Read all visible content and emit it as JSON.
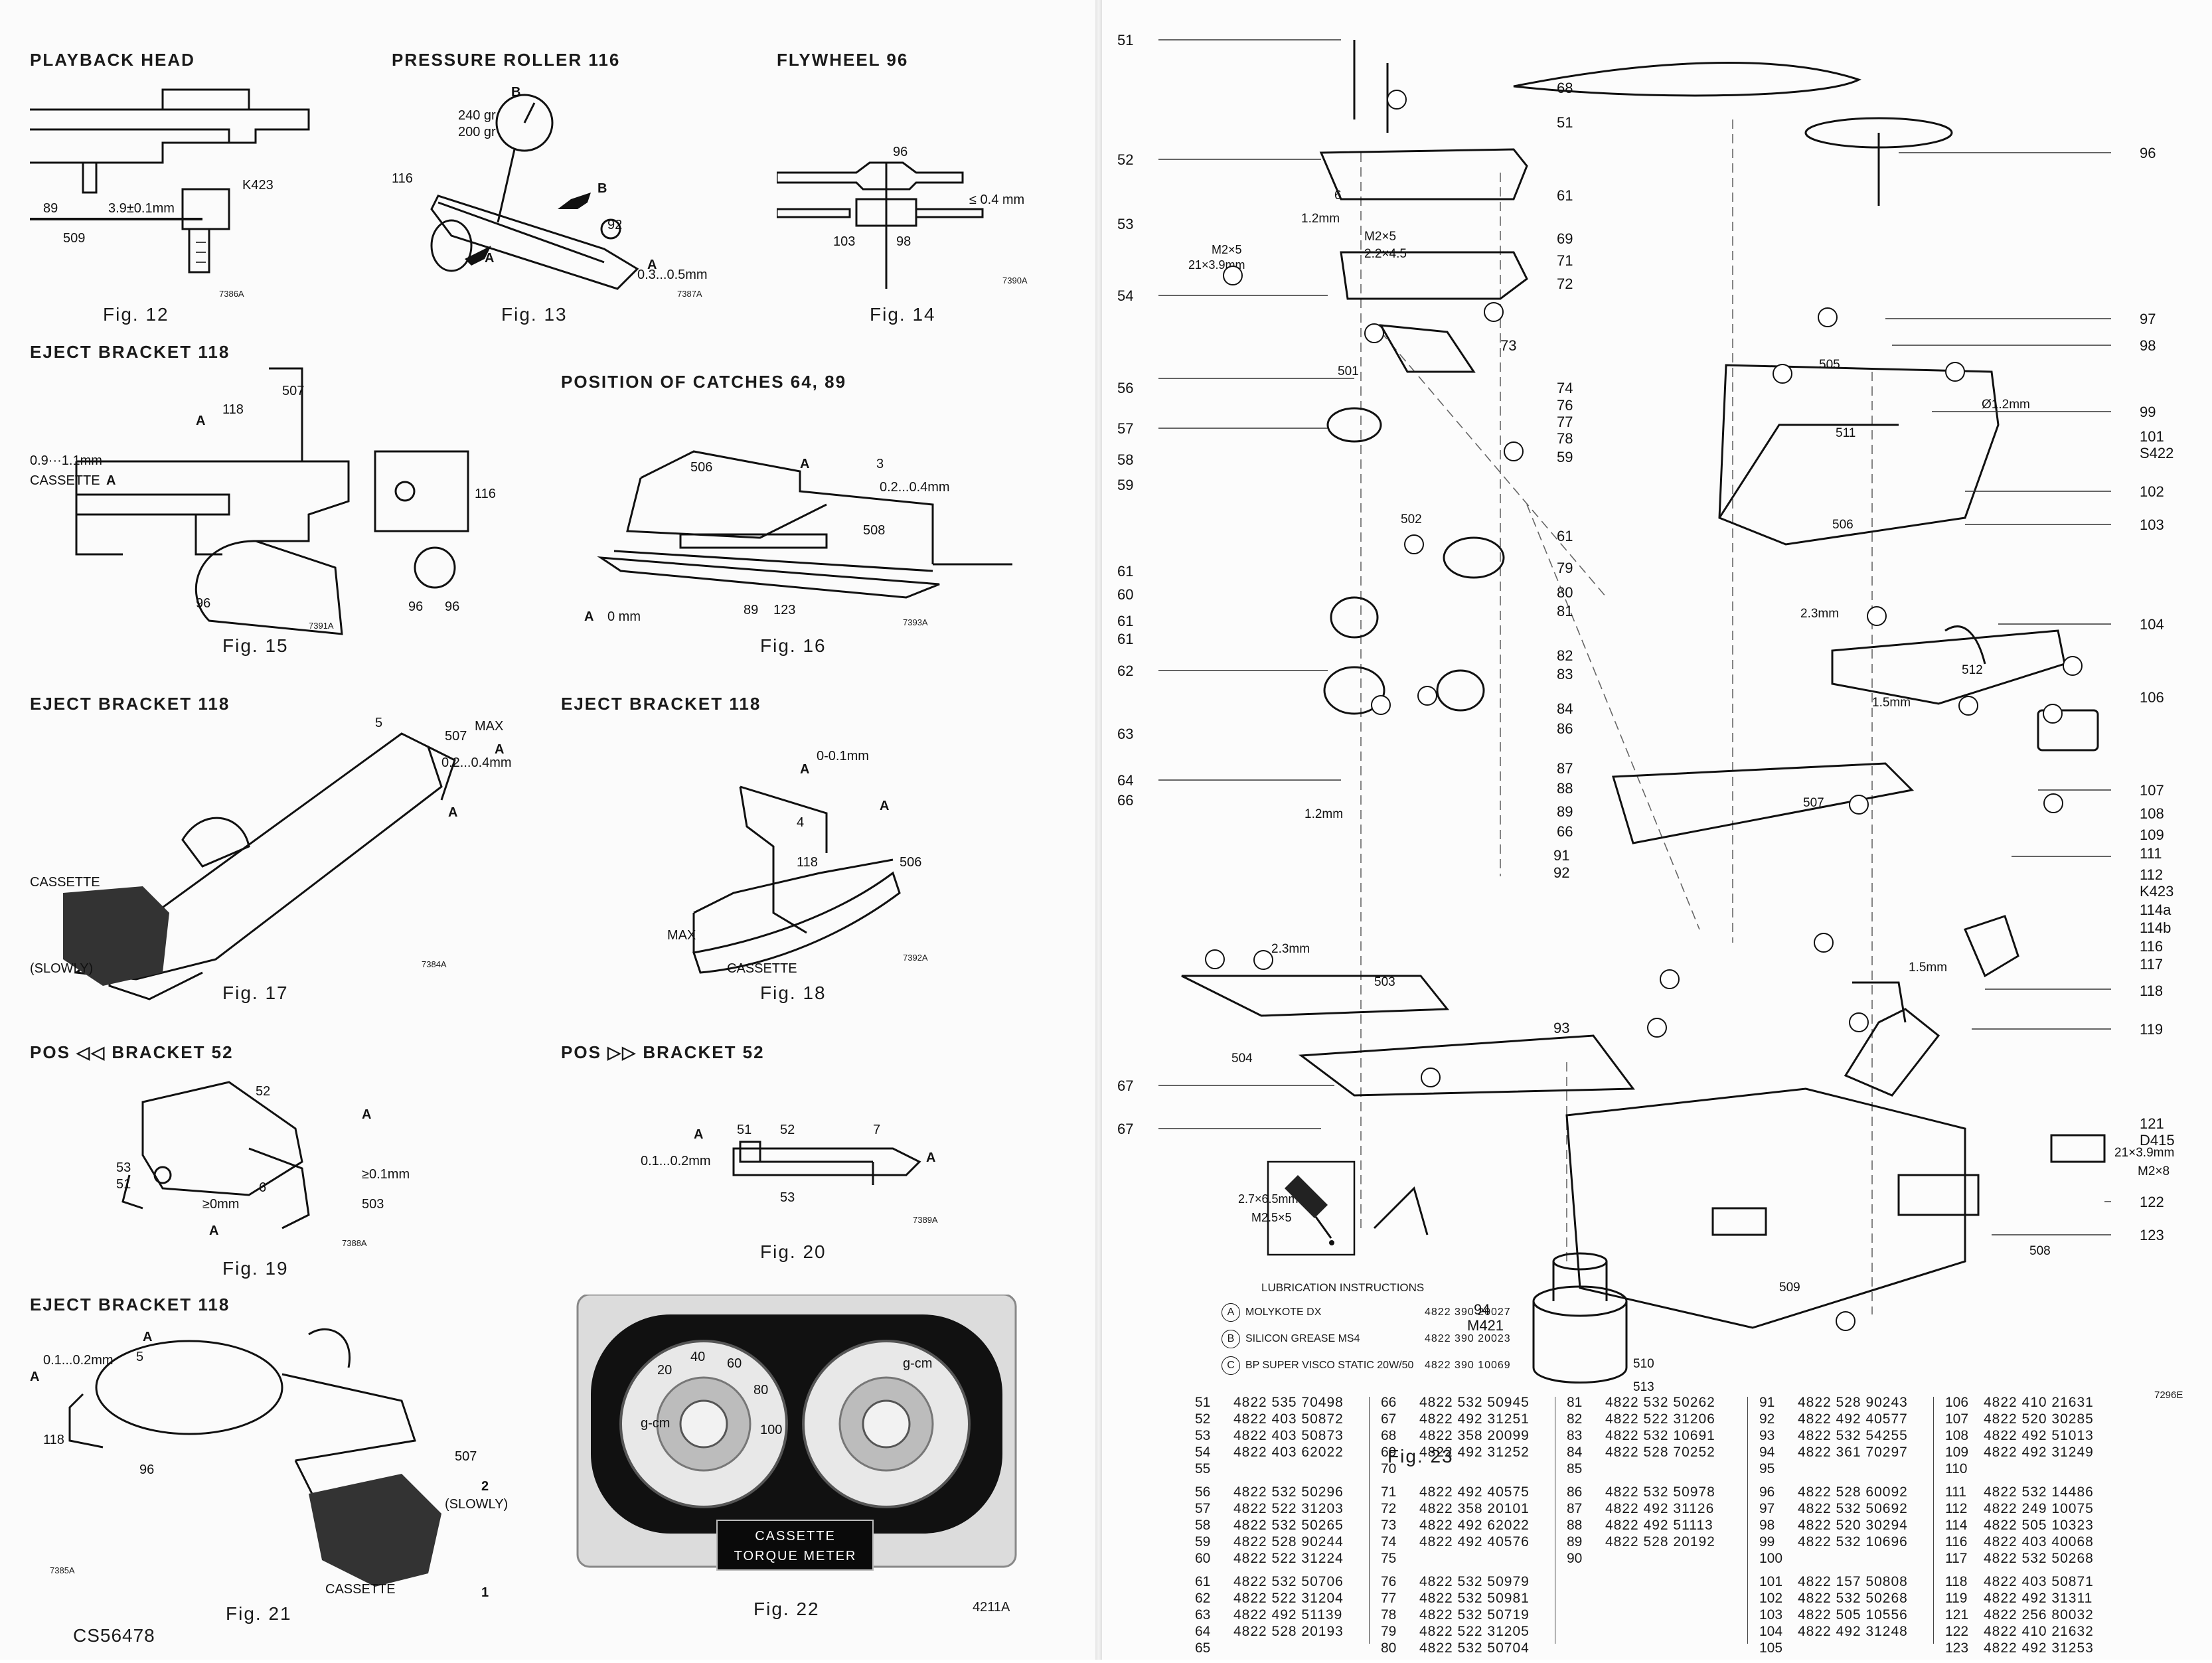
{
  "document": {
    "code": "CS56478"
  },
  "figures": [
    {
      "heading": "PLAYBACK HEAD",
      "label": "Fig. 12",
      "ref": "7386A",
      "callouts": [
        "89",
        "3.9±0.1mm",
        "509",
        "K423"
      ]
    },
    {
      "heading": "PRESSURE ROLLER 116",
      "label": "Fig. 13",
      "ref": "7387A",
      "callouts": [
        "B",
        "240 gr",
        "200 gr",
        "116",
        "B",
        "A",
        "92",
        "A",
        "0.3...0.5mm"
      ]
    },
    {
      "heading": "FLYWHEEL 96",
      "label": "Fig. 14",
      "ref": "7390A",
      "callouts": [
        "96",
        "≤ 0.4 mm",
        "103",
        "98"
      ]
    },
    {
      "heading": "EJECT BRACKET 118",
      "label": "Fig. 15",
      "ref": "7391A",
      "callouts": [
        "507",
        "118",
        "A",
        "0.9···1.1mm",
        "CASSETTE",
        "A",
        "96",
        "116",
        "96",
        "96"
      ]
    },
    {
      "heading": "POSITION OF CATCHES 64, 89",
      "label": "Fig. 16",
      "ref": "7393A",
      "callouts": [
        "A",
        "3",
        "506",
        "0.2...0.4mm",
        "508",
        "A",
        "0 mm",
        "89",
        "123"
      ]
    },
    {
      "heading": "EJECT BRACKET 118",
      "label": "Fig. 17",
      "ref": "7384A",
      "callouts": [
        "MAX",
        "5",
        "507",
        "A",
        "0.2...0.4mm",
        "A",
        "CASSETTE",
        "(SLOWLY)"
      ]
    },
    {
      "heading": "EJECT BRACKET 118",
      "label": "Fig. 18",
      "ref": "7392A",
      "callouts": [
        "A",
        "0-0.1mm",
        "A",
        "4",
        "118",
        "506",
        "MAX",
        "CASSETTE"
      ]
    },
    {
      "heading": "POS ◁◁ BRACKET 52",
      "label": "Fig. 19",
      "ref": "7388A",
      "callouts": [
        "52",
        "A",
        "53",
        "51",
        "6",
        "≥0.1mm",
        "503",
        "≥0mm",
        "A"
      ]
    },
    {
      "heading": "POS ▷▷ BRACKET 52",
      "label": "Fig. 20",
      "ref": "7389A",
      "callouts": [
        "A",
        "51",
        "52",
        "7",
        "0.1...0.2mm",
        "53",
        "A"
      ]
    },
    {
      "heading": "EJECT BRACKET 118",
      "label": "Fig. 21",
      "ref": "7385A",
      "callouts": [
        "0.1...0.2mm",
        "A",
        "5",
        "A",
        "118",
        "96",
        "507",
        "2",
        "(SLOWLY)",
        "CASSETTE",
        "1"
      ]
    },
    {
      "heading": "",
      "label": "Fig. 22",
      "ref": "4211A",
      "callouts": [
        "CASSETTE",
        "TORQUE METER",
        "g-cm",
        "20",
        "40",
        "60",
        "80",
        "100",
        "g-cm"
      ]
    }
  ],
  "exploded_view": {
    "label": "Fig. 23",
    "plate_ref": "7296E",
    "lube_title": "LUBRICATION INSTRUCTIONS",
    "lubricants": [
      {
        "symbol": "A",
        "name": "MOLYKOTE DX",
        "code": "4822 390 20027"
      },
      {
        "symbol": "B",
        "name": "SILICON GREASE MS4",
        "code": "4822 390 20023"
      },
      {
        "symbol": "C",
        "name": "BP SUPER VISCO STATIC 20W/50",
        "code": "4822 390 10069"
      }
    ],
    "left_numbers": [
      "51",
      "52",
      "53",
      "M2×5",
      "21×3.9mm",
      "54",
      "56",
      "57",
      "58",
      "59",
      "61",
      "60",
      "61",
      "61",
      "62",
      "63",
      "64",
      "66",
      "67",
      "67",
      "93",
      "92",
      "91",
      "2.7×6.5mm",
      "M2.5×5",
      "94",
      "M421"
    ],
    "right_numbers": [
      "68",
      "51",
      "96",
      "61",
      "69",
      "71",
      "72",
      "97",
      "98",
      "99",
      "101",
      "S422",
      "102",
      "103",
      "104",
      "106",
      "107",
      "108",
      "109",
      "111",
      "112",
      "K423",
      "114a",
      "114b",
      "116",
      "117",
      "118",
      "119",
      "121",
      "D415",
      "122",
      "123"
    ],
    "mid_numbers": [
      "73",
      "74",
      "76",
      "77",
      "78",
      "59",
      "61",
      "79",
      "80",
      "81",
      "82",
      "83",
      "84",
      "86",
      "87",
      "88",
      "89",
      "66",
      "6",
      "M2×5",
      "2.2×4.5",
      "1.2mm",
      "501",
      "502",
      "503",
      "504",
      "505",
      "506",
      "507",
      "508",
      "509",
      "510",
      "511",
      "512",
      "513",
      "2.3mm",
      "1.5mm",
      "1.2mm",
      "Ø1.2mm",
      "21×3.9mm",
      "M2×8",
      "1.5mm",
      "2.3mm"
    ]
  },
  "parts_list": [
    [
      [
        [
          "51",
          "4822 535 70498"
        ],
        [
          "52",
          "4822 403 50872"
        ],
        [
          "53",
          "4822 403 50873"
        ],
        [
          "54",
          "4822 403 62022"
        ],
        [
          "55",
          ""
        ]
      ],
      [
        [
          "56",
          "4822 532 50296"
        ],
        [
          "57",
          "4822 522 31203"
        ],
        [
          "58",
          "4822 532 50265"
        ],
        [
          "59",
          "4822 528 90244"
        ],
        [
          "60",
          "4822 522 31224"
        ]
      ],
      [
        [
          "61",
          "4822 532 50706"
        ],
        [
          "62",
          "4822 522 31204"
        ],
        [
          "63",
          "4822 492 51139"
        ],
        [
          "64",
          "4822 528 20193"
        ],
        [
          "65",
          ""
        ]
      ]
    ],
    [
      [
        [
          "66",
          "4822 532 50945"
        ],
        [
          "67",
          "4822 492 31251"
        ],
        [
          "68",
          "4822 358 20099"
        ],
        [
          "69",
          "4822 492 31252"
        ],
        [
          "70",
          ""
        ]
      ],
      [
        [
          "71",
          "4822 492 40575"
        ],
        [
          "72",
          "4822 358 20101"
        ],
        [
          "73",
          "4822 492 62022"
        ],
        [
          "74",
          "4822 492 40576"
        ],
        [
          "75",
          ""
        ]
      ],
      [
        [
          "76",
          "4822 532 50979"
        ],
        [
          "77",
          "4822 532 50981"
        ],
        [
          "78",
          "4822 532 50719"
        ],
        [
          "79",
          "4822 522 31205"
        ],
        [
          "80",
          "4822 532 50704"
        ]
      ]
    ],
    [
      [
        [
          "81",
          "4822 532 50262"
        ],
        [
          "82",
          "4822 522 31206"
        ],
        [
          "83",
          "4822 532 10691"
        ],
        [
          "84",
          "4822 528 70252"
        ],
        [
          "85",
          ""
        ]
      ],
      [
        [
          "86",
          "4822 532 50978"
        ],
        [
          "87",
          "4822 492 31126"
        ],
        [
          "88",
          "4822 492 51113"
        ],
        [
          "89",
          "4822 528 20192"
        ],
        [
          "90",
          ""
        ]
      ]
    ],
    [
      [
        [
          "91",
          "4822 528 90243"
        ],
        [
          "92",
          "4822 492 40577"
        ],
        [
          "93",
          "4822 532 54255"
        ],
        [
          "94",
          "4822 361 70297"
        ],
        [
          "95",
          ""
        ]
      ],
      [
        [
          "96",
          "4822 528 60092"
        ],
        [
          "97",
          "4822 532 50692"
        ],
        [
          "98",
          "4822 520 30294"
        ],
        [
          "99",
          "4822 532 10696"
        ],
        [
          "100",
          ""
        ]
      ],
      [
        [
          "101",
          "4822 157 50808"
        ],
        [
          "102",
          "4822 532 50268"
        ],
        [
          "103",
          "4822 505 10556"
        ],
        [
          "104",
          "4822 492 31248"
        ],
        [
          "105",
          ""
        ]
      ]
    ],
    [
      [
        [
          "106",
          "4822 410 21631"
        ],
        [
          "107",
          "4822 520 30285"
        ],
        [
          "108",
          "4822 492 51013"
        ],
        [
          "109",
          "4822 492 31249"
        ],
        [
          "110",
          ""
        ]
      ],
      [
        [
          "111",
          "4822 532 14486"
        ],
        [
          "112",
          "4822 249 10075"
        ],
        [
          "114",
          "4822 505 10323"
        ],
        [
          "116",
          "4822 403 40068"
        ],
        [
          "117",
          "4822 532 50268"
        ]
      ],
      [
        [
          "118",
          "4822 403 50871"
        ],
        [
          "119",
          "4822 492 31311"
        ],
        [
          "121",
          "4822 256 80032"
        ],
        [
          "122",
          "4822 410 21632"
        ],
        [
          "123",
          "4822 492 31253"
        ]
      ]
    ]
  ]
}
